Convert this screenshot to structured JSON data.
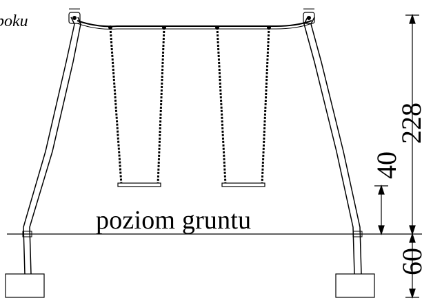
{
  "title": "boku",
  "ground_label": "poziom gruntu",
  "dimensions": {
    "total_height": "228",
    "seat_height": "40",
    "foundation_depth": "60"
  },
  "colors": {
    "line": "#000000",
    "background": "#ffffff"
  }
}
